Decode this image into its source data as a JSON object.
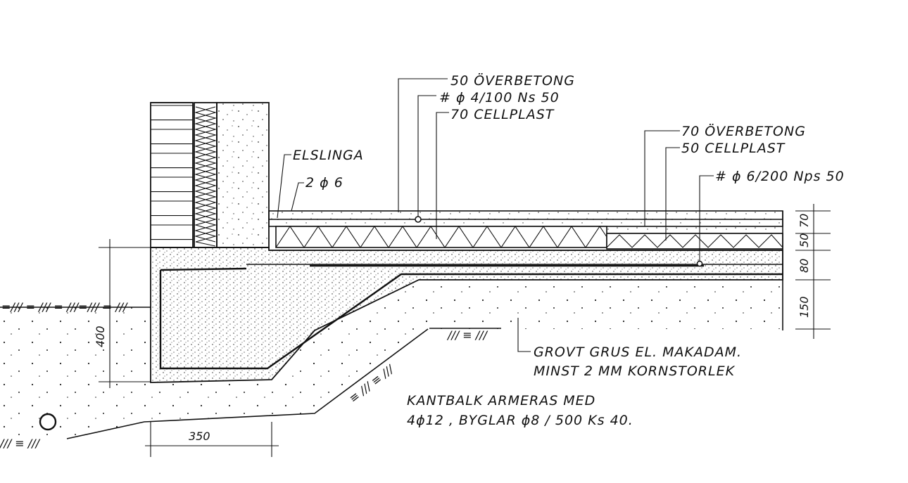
{
  "annotations": {
    "overbetong_50": "50 ÖVERBETONG",
    "mesh_4_100": "# ϕ 4/100  Ns 50",
    "cellplast_70": "70  CELLPLAST",
    "overbetong_70": "70 ÖVERBETONG",
    "cellplast_50": "50  CELLPLAST",
    "mesh_6_200": "# ϕ 6/200  Nps 50",
    "elslinga": "ELSLINGA",
    "bars_2_6": "2 ϕ 6",
    "gravel_line1": "GROVT  GRUS  EL.  MAKADAM.",
    "gravel_line2": "MINST  2  MM  KORNSTORLEK",
    "beam_line1": "KANTBALK   ARMERAS  MED",
    "beam_line2": "4ϕ12 ,  BYGLAR  ϕ8 / 500   Ks 40."
  },
  "dimensions": {
    "d70": "70",
    "d50": "50",
    "d80": "80",
    "d150": "150",
    "d400": "400",
    "d350": "350"
  }
}
